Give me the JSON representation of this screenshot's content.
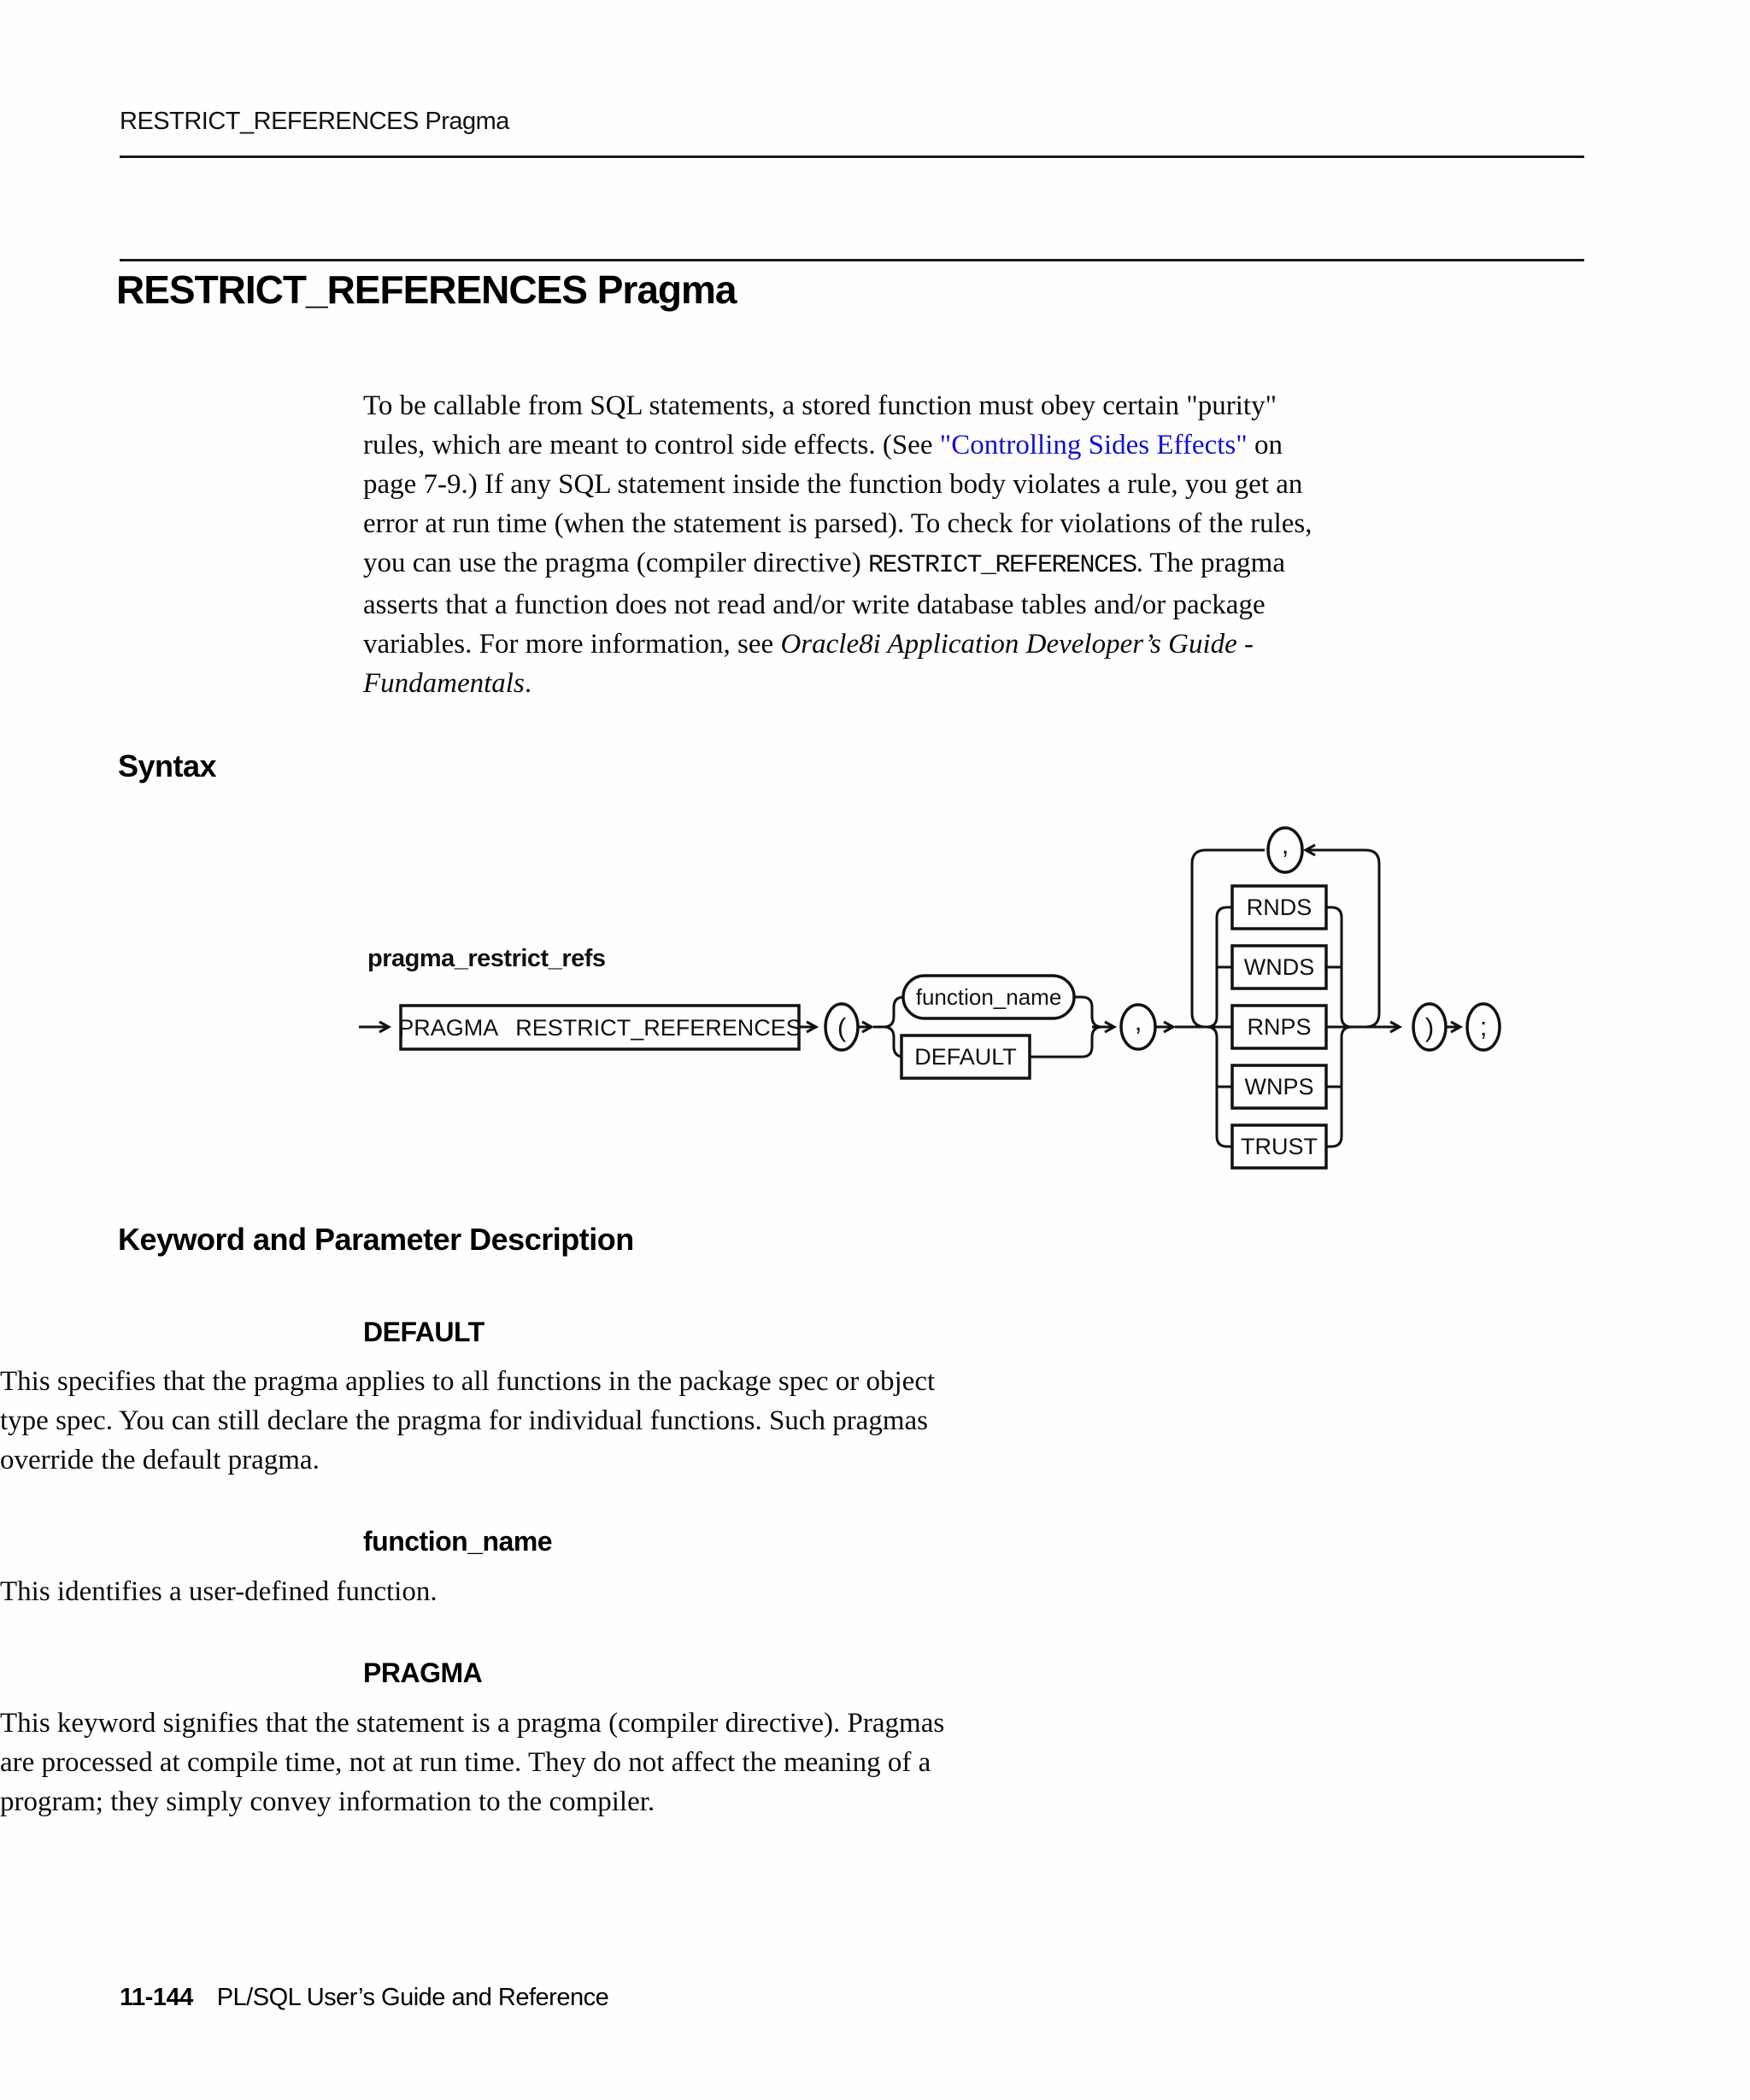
{
  "page": {
    "running_header": "RESTRICT_REFERENCES Pragma",
    "title": "RESTRICT_REFERENCES Pragma",
    "footer": {
      "page_number": "11-144",
      "book_title": "PL/SQL User’s Guide and Reference"
    }
  },
  "intro": {
    "segments": [
      {
        "t": "To be callable from SQL statements, a stored function must obey certain \"purity\"",
        "s": "plain"
      },
      {
        "s": "br"
      },
      {
        "t": "rules, which are meant to control side effects. (See ",
        "s": "plain"
      },
      {
        "t": "\"Controlling Sides Effects\"",
        "s": "link",
        "n": "controlling-side-effects-link"
      },
      {
        "t": " on",
        "s": "plain"
      },
      {
        "s": "br"
      },
      {
        "t": "page 7-9.) If any SQL statement inside the function body violates a rule, you get an",
        "s": "plain"
      },
      {
        "s": "br"
      },
      {
        "t": "error at run time (when the statement is parsed). To check for violations of the rules,",
        "s": "plain"
      },
      {
        "s": "br"
      },
      {
        "t": "you can use the pragma (compiler directive) ",
        "s": "plain"
      },
      {
        "t": "RESTRICT_REFERENCES",
        "s": "code"
      },
      {
        "t": ". The pragma",
        "s": "plain"
      },
      {
        "s": "br"
      },
      {
        "t": "asserts that a function does not read and/or write database tables and/or package",
        "s": "plain"
      },
      {
        "s": "br"
      },
      {
        "t": "variables. For more information, see ",
        "s": "plain"
      },
      {
        "t": "Oracle8i Application Developer’s Guide -",
        "s": "italic"
      },
      {
        "s": "br"
      },
      {
        "t": "Fundamentals",
        "s": "italic"
      },
      {
        "t": ".",
        "s": "plain"
      }
    ]
  },
  "sections": {
    "syntax": {
      "heading": "Syntax",
      "diagram": {
        "label": "pragma_restrict_refs",
        "nodes": {
          "pragma_box": "PRAGMA RESTRICT_REFERENCES",
          "open_paren": "(",
          "function_name": "function_name",
          "default_option": "DEFAULT",
          "separator_comma": ",",
          "loop_comma": ",",
          "options": [
            "RNDS",
            "WNDS",
            "RNPS",
            "WNPS",
            "TRUST"
          ],
          "close_paren": ")",
          "semicolon": ";"
        }
      }
    },
    "keyword_params": {
      "heading": "Keyword and Parameter Description",
      "entries": [
        {
          "term": "DEFAULT",
          "segments": [
            {
              "t": "This specifies that the pragma applies to all functions in the package spec or object",
              "s": "plain"
            },
            {
              "s": "br"
            },
            {
              "t": "type spec. You can still declare the pragma for individual functions. Such pragmas",
              "s": "plain"
            },
            {
              "s": "br"
            },
            {
              "t": "override the default pragma.",
              "s": "plain"
            }
          ]
        },
        {
          "term": "function_name",
          "segments": [
            {
              "t": "This identifies a user-defined function.",
              "s": "plain"
            }
          ]
        },
        {
          "term": "PRAGMA",
          "segments": [
            {
              "t": "This keyword signifies that the statement is a pragma (compiler directive). Pragmas",
              "s": "plain"
            },
            {
              "s": "br"
            },
            {
              "t": "are processed at compile time, not at run time. They do not affect the meaning of a",
              "s": "plain"
            },
            {
              "s": "br"
            },
            {
              "t": "program; they simply convey information to the compiler.",
              "s": "plain"
            }
          ]
        }
      ]
    }
  },
  "colors": {
    "link_blue": "#1111cc",
    "ink": "#000000",
    "rule": "#1c1c1c",
    "diagram_stroke": "#111111"
  }
}
